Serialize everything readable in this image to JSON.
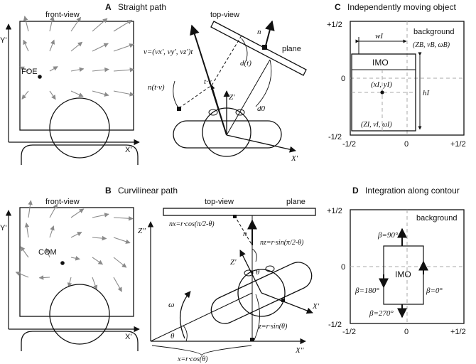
{
  "panelA": {
    "letter": "A",
    "title": "Straight path",
    "front_view": "front-view",
    "top_view": "top-view",
    "y_axis": "Y'",
    "x_axis": "X'",
    "foe": "FOE",
    "v_vec": "v=(vx', vy', vz')t",
    "d_t": "d(t)",
    "n_vec": "n",
    "plane": "plane",
    "tv": "t·v",
    "n_tv": "n(t·v)",
    "z_axis": "Z'",
    "d0": "d0",
    "x_axis2": "X'"
  },
  "panelB": {
    "letter": "B",
    "title": "Curvilinear path",
    "front_view": "front-view",
    "top_view": "top-view",
    "plane": "plane",
    "y_axis": "Y'",
    "x_axis": "X'",
    "com": "COM",
    "z2": "Z''",
    "x2": "X''",
    "nx": "nx=r·cos(π/2-θ)",
    "nz": "nz=r·sin(π/2-θ)",
    "n_vec": "n",
    "z_axis": "Z'",
    "theta": "θ",
    "omega": "ω",
    "theta2": "θ",
    "x_prime": "X'",
    "z_eq": "z=r·sin(θ)",
    "x_eq": "x=r·cos(θ)"
  },
  "panelC": {
    "letter": "C",
    "title": "Independently moving object",
    "tick_top": "+1/2",
    "tick_mid": "0",
    "tick_bottom": "-1/2",
    "tick_left": "-1/2",
    "tick_x0": "0",
    "tick_right": "+1/2",
    "background": "background",
    "bg_params": "(ZB, vB, ωB)",
    "imo": "IMO",
    "w": "wI",
    "h": "hI",
    "center": "(xI, yI)",
    "imo_params": "(ZI, vI, ωI)"
  },
  "panelD": {
    "letter": "D",
    "title": "Integration along contour",
    "tick_top": "+1/2",
    "tick_mid": "0",
    "tick_bottom": "-1/2",
    "tick_left": "-1/2",
    "tick_x0": "0",
    "tick_right": "+1/2",
    "background": "background",
    "imo": "IMO",
    "b90": "β=90°",
    "b180": "β=180°",
    "b0": "β=0°",
    "b270": "β=270°"
  }
}
